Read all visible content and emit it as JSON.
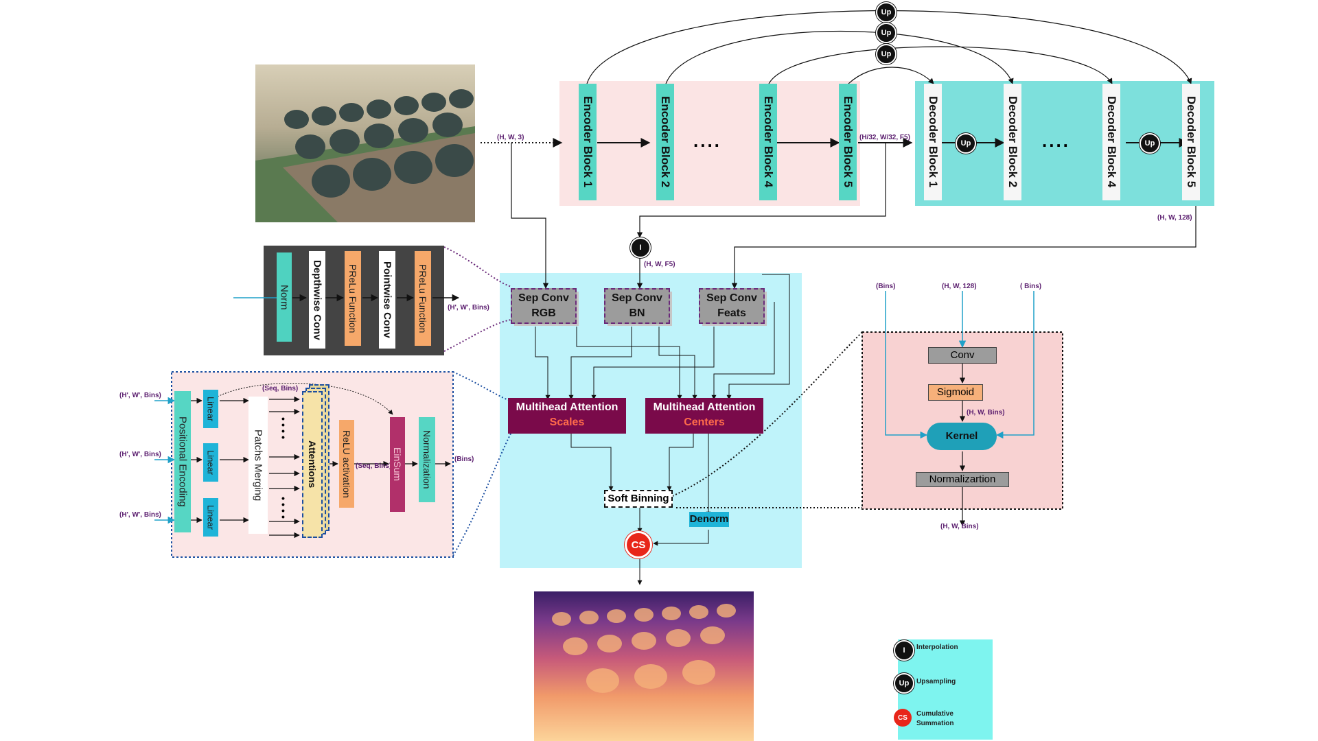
{
  "dims": {
    "in": "(H, W, 3)",
    "enc_out": "(H/32, W/32, F5)",
    "dec_out": "(H, W, 128)",
    "interp": "(H, W, F5)",
    "sepconv_out": "(H', W', Bins)",
    "pos_in1": "(H', W', Bins)",
    "pos_in2": "(H', W', Bins)",
    "pos_in3": "(H', W', Bins)",
    "seq_bins_top": "(Seq, Bins)",
    "seq_bins_mid": "(Seq, Bins)",
    "bins_out": "(Bins)",
    "k_bins_left": "(Bins)",
    "k_hw128": "(H, W, 128)",
    "k_bins_right": "( Bins)",
    "k_hwbins": "(H, W, Bins)",
    "k_out": "(H, W, Bins)"
  },
  "encoders": [
    "Encoder Block 1",
    "Encoder Block 2",
    "Encoder Block 4",
    "Encoder Block 5"
  ],
  "decoders": [
    "Decoder Block 1",
    "Decoder Block 2",
    "Decoder Block 4",
    "Decoder Block 5"
  ],
  "ellipsis": "....",
  "up": "Up",
  "interp_symbol": "I",
  "sepconv": [
    {
      "l1": "Sep Conv",
      "l2": "RGB"
    },
    {
      "l1": "Sep Conv",
      "l2": "BN"
    },
    {
      "l1": "Sep Conv",
      "l2": "Feats"
    }
  ],
  "mha": [
    {
      "l1": "Multihead Attention",
      "l2": "Scales"
    },
    {
      "l1": "Multihead Attention",
      "l2": "Centers"
    }
  ],
  "soft_binning": "Soft Binning",
  "denorm": "Denorm",
  "cs": "CS",
  "sepconv_detail": [
    "Norm",
    "Depthwise Conv",
    "PReLu Function",
    "Pointwise Conv",
    "PReLu Function"
  ],
  "attention_detail": {
    "pos_enc": "Positional Encoding",
    "linear": "Linear",
    "patches": "Patchs Merging",
    "dots": "• • • •",
    "attentions": "Attentions",
    "relu": "ReLU activation",
    "einsum": "EinSum",
    "norm": "Normalization"
  },
  "kernel_detail": {
    "conv": "Conv",
    "sigmoid": "Sigmoid",
    "kernel": "Kernel",
    "norm": "Normalizartion"
  },
  "legend": [
    {
      "sym": "I",
      "label": "Interpolation"
    },
    {
      "sym": "Up",
      "label": "Upsampling"
    },
    {
      "sym": "CS",
      "label": "Cumulative Summation"
    }
  ],
  "colors": {
    "teal": "#56d6c4",
    "pink_bg": "#fbe4e4",
    "cyan_bg": "#b9f1f8",
    "maroon": "#7a0a4a",
    "orange": "#f6a86a",
    "magenta": "#b1306a"
  }
}
